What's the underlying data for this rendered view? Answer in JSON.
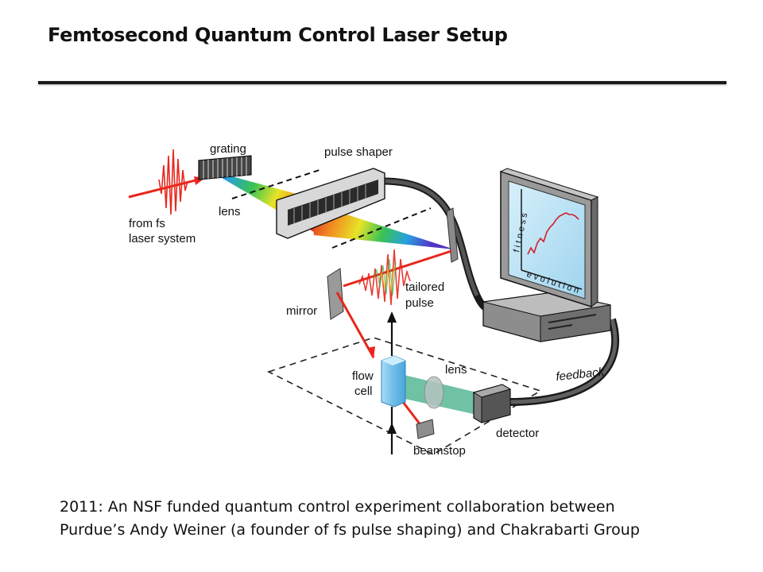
{
  "slide": {
    "title": "Femtosecond Quantum Control Laser Setup",
    "caption_line1": "2011: An NSF funded quantum control experiment collaboration between",
    "caption_line2": "Purdue’s Andy Weiner (a founder of fs pulse shaping) and Chakrabarti Group"
  },
  "diagram": {
    "labels": {
      "grating": "grating",
      "pulse_shaper": "pulse shaper",
      "lens_top": "lens",
      "from_fs": "from fs",
      "laser_system": "laser system",
      "mirror": "mirror",
      "tailored": "tailored",
      "pulse": "pulse",
      "flow": "flow",
      "cell": "cell",
      "lens_bottom": "lens",
      "detector": "detector",
      "beamstop": "beamstop",
      "feedback": "feedback",
      "fitness": "f i t n e s s",
      "evolution": "e v o l u t i o n"
    },
    "colors": {
      "laser": "#e8261c",
      "screen": "#bfe4f7",
      "flow_cell": "#7fc6ec",
      "detector_beam": "#3fae86",
      "device": "#9a9a9a"
    }
  }
}
